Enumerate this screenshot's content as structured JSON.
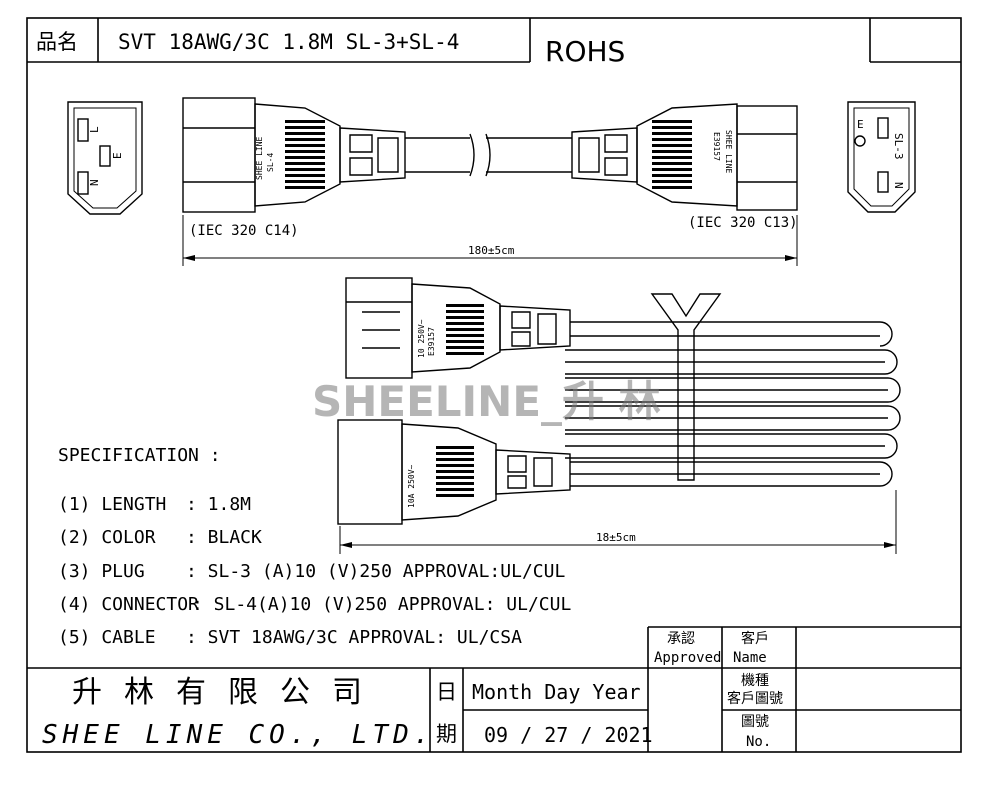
{
  "header": {
    "label": "品名",
    "product": "SVT 18AWG/3C 1.8M SL-3+SL-4",
    "rohs": "ROHS"
  },
  "drawing": {
    "left_face": {
      "pins": [
        "L",
        "E",
        "N"
      ]
    },
    "right_face": {
      "pins": [
        "E",
        "N"
      ],
      "label": "SL-3"
    },
    "left_molding_text": [
      "SHEE LINE",
      "SL-4"
    ],
    "right_molding_text": [
      "SHEE LINE",
      "E39157"
    ],
    "left_caption": "(IEC 320 C14)",
    "right_caption": "(IEC 320 C13)",
    "top_dimension": "180±5cm",
    "bottom_dimension": "18±5cm",
    "plug_rating": [
      "10 250V~",
      "E39157"
    ],
    "connector_rating": "10A 250V~",
    "watermark": "SHEELINE_升 林"
  },
  "specification": {
    "title": "SPECIFICATION  :",
    "items": [
      {
        "key": "(1) LENGTH",
        "value": ": 1.8M"
      },
      {
        "key": "(2) COLOR",
        "value": ": BLACK"
      },
      {
        "key": "(3) PLUG",
        "value": ": SL-3 (A)10 (V)250   APPROVAL:UL/CUL"
      },
      {
        "key": "(4) CONNECTOR",
        "value": ": SL-4(A)10 (V)250   APPROVAL: UL/CUL"
      },
      {
        "key": "(5) CABLE",
        "value": ": SVT 18AWG/3C  APPROVAL: UL/CSA"
      }
    ]
  },
  "title_block": {
    "company_cn": "升林有限公司",
    "company_en": "SHEE LINE CO., LTD.",
    "date_label_1": "日",
    "date_label_2": "期",
    "date_header": "Month Day Year",
    "date_value": "09 / 27 / 2021",
    "approved_cn": "承認",
    "approved_en": "Approved",
    "customer_cn": "客戶",
    "customer_en": "Name",
    "model_cn_1": "機種",
    "model_cn_2": "客戶圖號",
    "drawing_no_cn": "圖號",
    "drawing_no_en": "No."
  }
}
